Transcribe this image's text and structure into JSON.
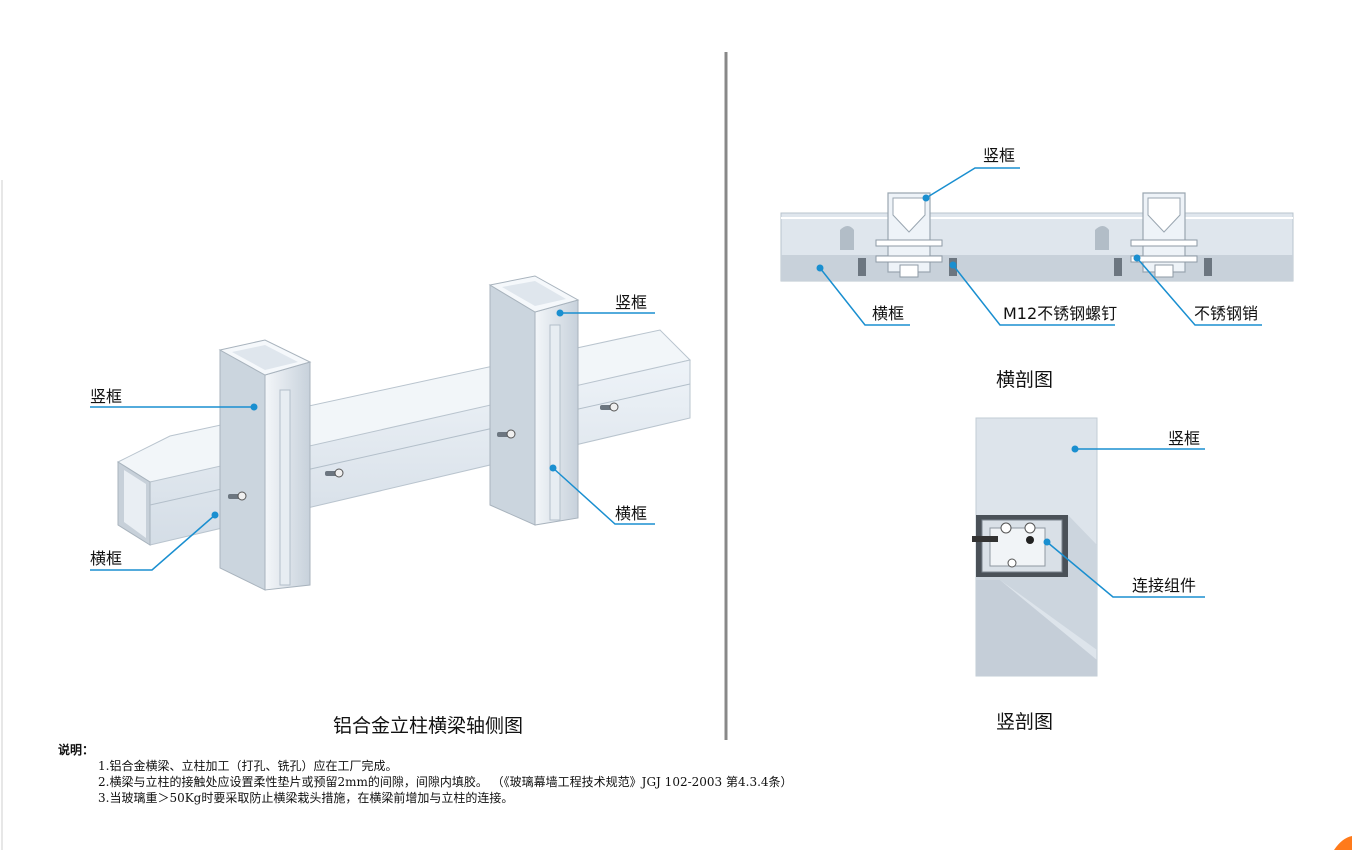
{
  "axonometric": {
    "title": "铝合金立柱横梁轴侧图",
    "label_mullion_left": "竖框",
    "label_mullion_right": "竖框",
    "label_transom_left": "横框",
    "label_transom_right": "横框"
  },
  "horizontal_section": {
    "title": "横剖图",
    "label_mullion": "竖框",
    "label_transom": "横框",
    "label_bolt": "M12不锈钢螺钉",
    "label_pin": "不锈钢销"
  },
  "vertical_section": {
    "title": "竖剖图",
    "label_mullion": "竖框",
    "label_connector": "连接组件"
  },
  "notes": {
    "heading": "说明：",
    "items": [
      "1.铝合金横梁、立柱加工（打孔、铣孔）应在工厂完成。",
      "2.横梁与立柱的接触处应设置柔性垫片或预留2mm的间隙，间隙内填胶。 （《玻璃幕墙工程技术规范》JGJ 102-2003 第4.3.4条）",
      "3.当玻璃重＞50Kg时要采取防止横梁栽头措施，在横梁前增加与立柱的连接。"
    ]
  },
  "colors": {
    "leader": "#1a8fd0",
    "divider": "#888888",
    "aluminum_light": "#e4ecf3",
    "aluminum_mid": "#c9d4de",
    "aluminum_dark": "#a9b5c0",
    "accent_corner": "#ff7a1a"
  }
}
